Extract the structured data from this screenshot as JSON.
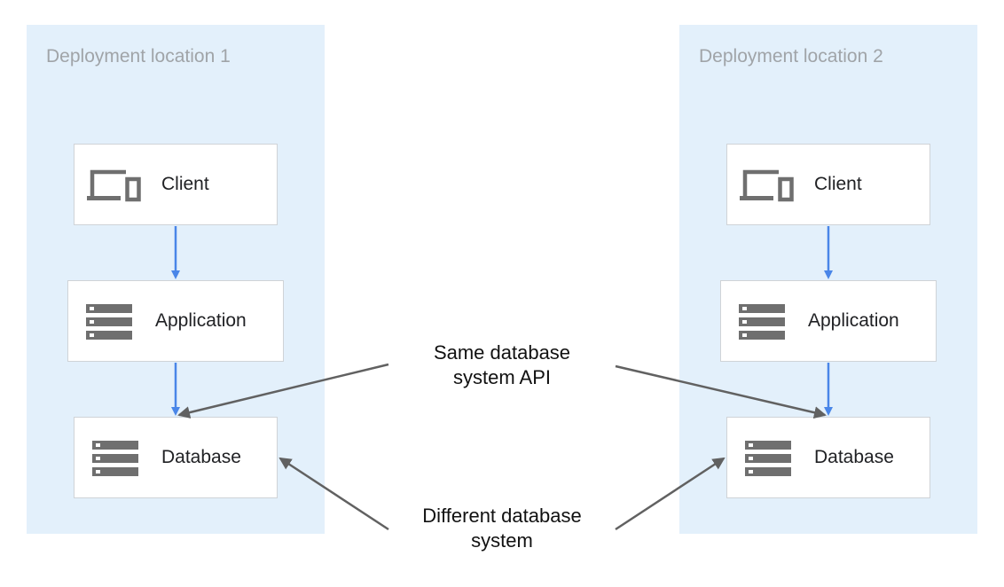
{
  "locations": [
    {
      "title": "Deployment location 1",
      "client": {
        "label": "Client",
        "icon": "devices-icon"
      },
      "application": {
        "label": "Application",
        "icon": "server-stack-icon"
      },
      "database": {
        "label": "Database",
        "icon": "server-stack-icon"
      }
    },
    {
      "title": "Deployment location 2",
      "client": {
        "label": "Client",
        "icon": "devices-icon"
      },
      "application": {
        "label": "Application",
        "icon": "server-stack-icon"
      },
      "database": {
        "label": "Database",
        "icon": "server-stack-icon"
      }
    }
  ],
  "annotations": {
    "same_api": [
      "Same database",
      "system API"
    ],
    "different_system": [
      "Different database",
      "system"
    ]
  },
  "colors": {
    "zone_fill": "#e3f0fb",
    "flow_arrow": "#4a86e8",
    "annotation_arrow": "#616161",
    "icon": "#6f6f6f"
  }
}
